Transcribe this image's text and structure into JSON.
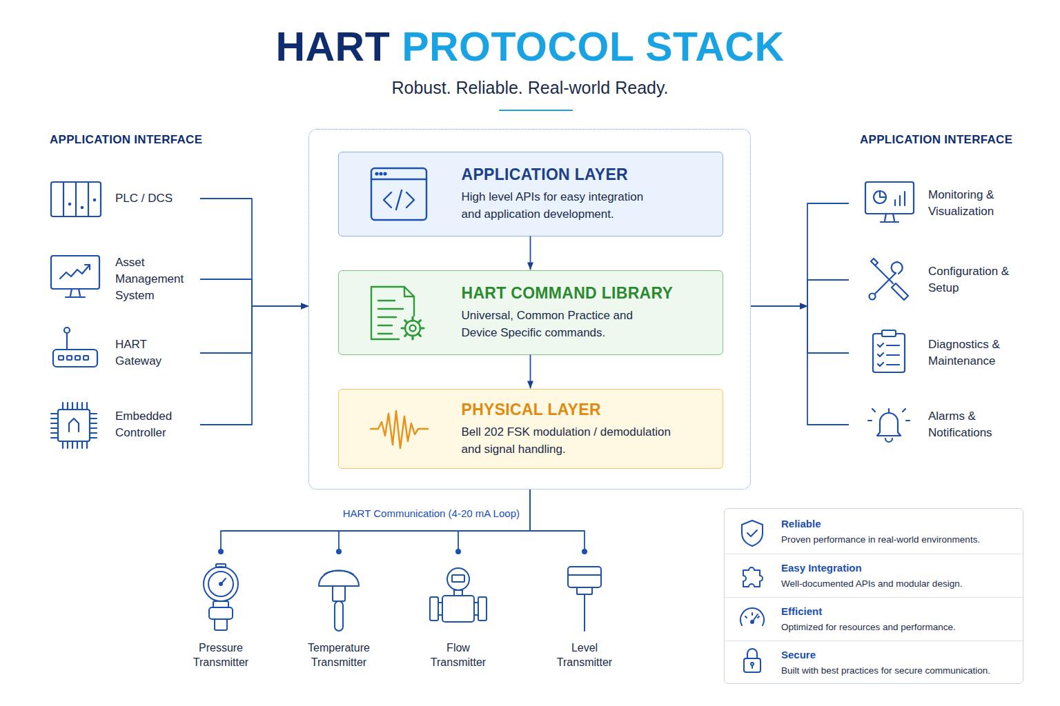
{
  "diagram": {
    "title": "HART PROTOCOL STACK",
    "nodes": [
      {
        "text": [
          "PLC / DCS"
        ]
      },
      {
        "text": [
          "Asset Management System"
        ]
      },
      {
        "text": [
          "HART Gateway"
        ]
      },
      {
        "text": [
          "Embedded Controller"
        ]
      },
      {
        "text": []
      },
      {
        "text": [
          "APPLICATION LAYER",
          "High level APIs for easy integration and application development."
        ],
        "in": 4
      },
      {
        "text": [
          "HART COMMAND LIBRARY",
          "Universal, Common Practice and Device Specific commands."
        ],
        "in": 4
      },
      {
        "text": [
          "PHYSICAL LAYER",
          "Bell 202 FSK modulation / demodulation and signal handling."
        ],
        "in": 4
      },
      {
        "text": [
          "Monitoring & Visualization"
        ]
      },
      {
        "text": [
          "Configuration & Setup"
        ]
      },
      {
        "text": [
          "Diagnostics & Maintenance"
        ]
      },
      {
        "text": [
          "Alarms & Notifications"
        ]
      },
      {
        "text": [
          "Pressure Transmitter"
        ]
      },
      {
        "text": [
          "Temperature Transmitter"
        ]
      },
      {
        "text": [
          "Flow Transmitter"
        ]
      },
      {
        "text": [
          "Level Transmitter"
        ]
      },
      {
        "text": []
      },
      {
        "text": [
          "Reliable",
          "Proven performance in real-world environments."
        ],
        "in": 16
      },
      {
        "text": [
          "Easy Integration",
          "Well-documented APIs and modular design."
        ],
        "in": 16
      },
      {
        "text": [
          "Efficient",
          "Optimized for resources and performance."
        ],
        "in": 16
      },
      {
        "text": [
          "Secure",
          "Built with best practices for secure communication."
        ],
        "in": 16
      }
    ],
    "edges": [
      {
        "from": 0,
        "to": 4,
        "arrow": "to"
      },
      {
        "from": 1,
        "to": 4,
        "arrow": "to"
      },
      {
        "from": 2,
        "to": 4,
        "arrow": "to"
      },
      {
        "from": 3,
        "to": 4,
        "arrow": "to"
      },
      {
        "from": 5,
        "to": 6,
        "arrow": "to"
      },
      {
        "from": 6,
        "to": 7,
        "arrow": "to"
      },
      {
        "from": 4,
        "to": 8,
        "arrow": "to"
      },
      {
        "from": 4,
        "to": 9,
        "arrow": "to"
      },
      {
        "from": 4,
        "to": 10,
        "arrow": "to"
      },
      {
        "from": 4,
        "to": 11,
        "arrow": "to"
      },
      {
        "from": 4,
        "to": 12,
        "arrow": "none",
        "label": "HART Communication (4-20 mA Loop)"
      },
      {
        "from": 4,
        "to": 13,
        "arrow": "none"
      },
      {
        "from": 4,
        "to": 14,
        "arrow": "none"
      },
      {
        "from": 4,
        "to": 15,
        "arrow": "none"
      }
    ],
    "labels": [
      "Robust. Reliable. Real-world Ready.",
      "APPLICATION INTERFACE",
      "APPLICATION INTERFACE"
    ]
  }
}
